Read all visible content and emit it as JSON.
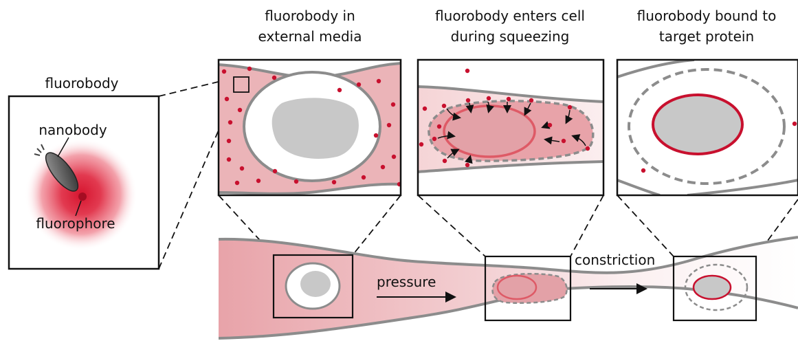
{
  "panels": {
    "external_title": [
      "fluorobody in",
      "external media"
    ],
    "enters_title": [
      "fluorobody enters cell",
      "during squeezing"
    ],
    "bound_title": [
      "fluorobody bound to",
      "target protein"
    ]
  },
  "inset": {
    "title": "fluorobody",
    "nanobody_label": "nanobody",
    "fluorophore_label": "fluorophore"
  },
  "channel": {
    "pressure_label": "pressure",
    "constriction_label": "constriction"
  },
  "colors": {
    "fluor_red": "#c8102e",
    "media_pink": "#ebb4b8",
    "membrane_gray": "#8c8c8c",
    "nucleus_gray": "#c8c8c8"
  }
}
